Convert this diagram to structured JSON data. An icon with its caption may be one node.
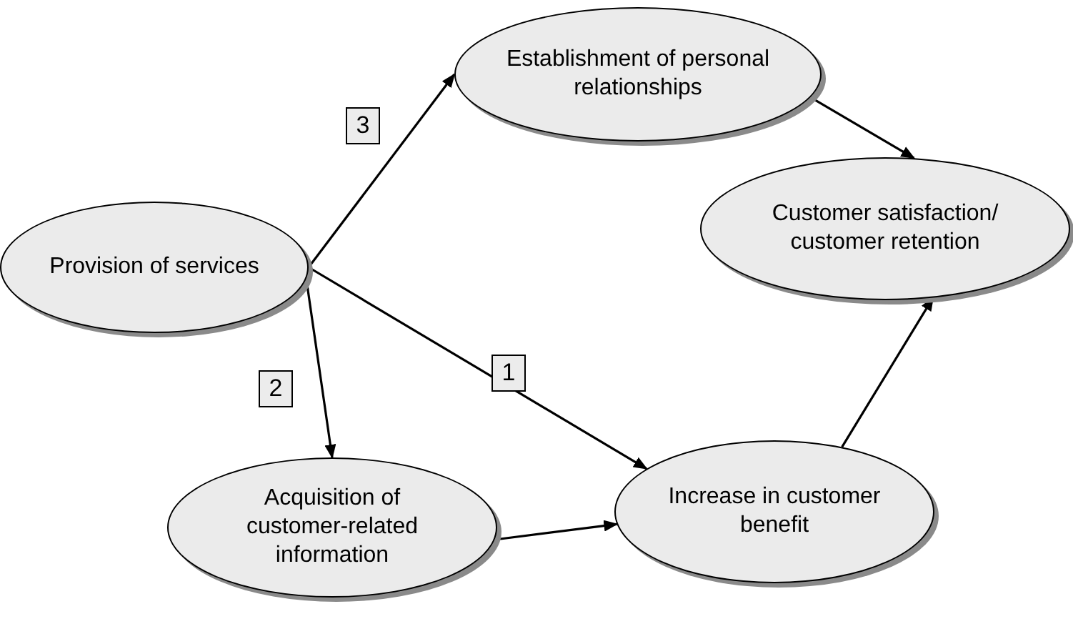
{
  "diagram": {
    "nodes": [
      {
        "text": [
          "Provision of services"
        ]
      },
      {
        "text": [
          "Establishment of personal relationships"
        ]
      },
      {
        "text": [
          "Customer satisfaction/ customer retention"
        ]
      },
      {
        "text": [
          "Acquisition of customer-related information"
        ]
      },
      {
        "text": [
          "Increase in customer benefit"
        ]
      }
    ],
    "edges": [
      {
        "from": 0,
        "to": 1,
        "arrow": "to"
      },
      {
        "from": 1,
        "to": 2,
        "arrow": "to"
      },
      {
        "from": 0,
        "to": 4,
        "arrow": "to"
      },
      {
        "from": 0,
        "to": 3,
        "arrow": "to"
      },
      {
        "from": 3,
        "to": 4,
        "arrow": "to"
      },
      {
        "from": 4,
        "to": 2,
        "arrow": "to"
      }
    ],
    "labels": [
      "3",
      "1",
      "2"
    ]
  }
}
